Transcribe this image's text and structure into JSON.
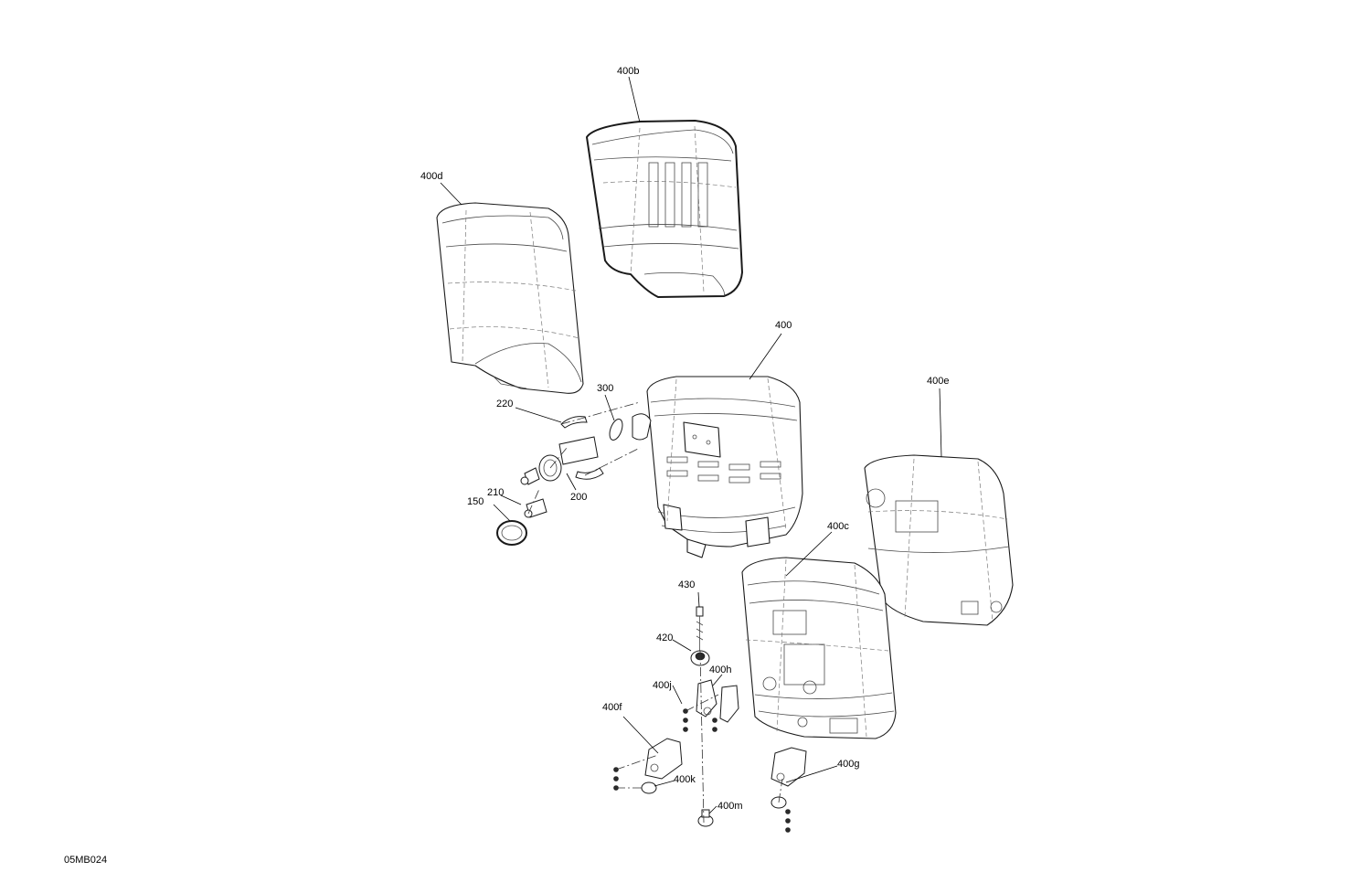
{
  "figure_id": "05MB024",
  "callouts": {
    "c400b": "400b",
    "c400d": "400d",
    "c400": "400",
    "c400e": "400e",
    "c300": "300",
    "c220": "220",
    "c200": "200",
    "c210": "210",
    "c150": "150",
    "c400c": "400c",
    "c430": "430",
    "c420": "420",
    "c400h": "400h",
    "c400j": "400j",
    "c400f": "400f",
    "c400k": "400k",
    "c400m": "400m",
    "c400g": "400g"
  },
  "colors": {
    "line": "#1a1a1a",
    "background": "#ffffff"
  }
}
